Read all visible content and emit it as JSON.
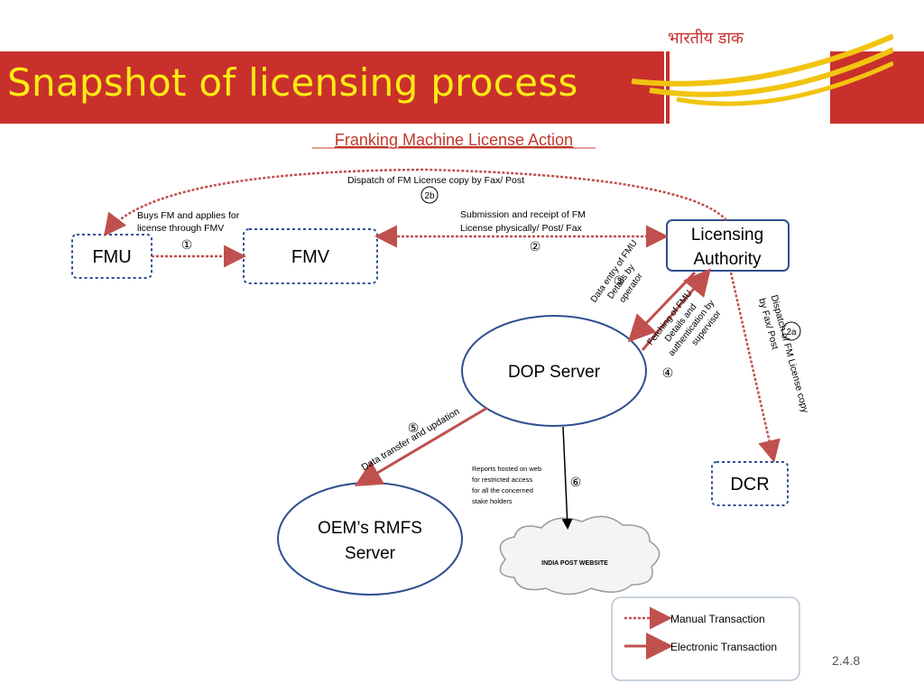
{
  "slide": {
    "title": "Snapshot of licensing process",
    "logo_text": "भारतीय डाक",
    "page_number": "2.4.8"
  },
  "diagram": {
    "heading": "Franking Machine License Action",
    "nodes": {
      "fmu": "FMU",
      "fmv": "FMV",
      "licensing_authority_line1": "Licensing",
      "licensing_authority_line2": "Authority",
      "dop_server": "DOP Server",
      "oem_line1": "OEM’s RMFS",
      "oem_line2": "Server",
      "dcr": "DCR",
      "india_post_website": "INDIA POST WEBSITE"
    },
    "edges": {
      "step1_line1": "Buys FM and applies for",
      "step1_line2": "license through FMV",
      "step1_num": "①",
      "step2_line1": "Submission and receipt of  FM",
      "step2_line2": "License physically/ Post/ Fax",
      "step2_num": "②",
      "step2b_label": "Dispatch of FM License copy by Fax/ Post",
      "step2b_num": "2b",
      "step3_line1": "Data entry of FMU",
      "step3_line2": "Details by",
      "step3_line3": "operator",
      "step3_num": "③",
      "step4_line1": "Fetching of FMU",
      "step4_line2": "Details and",
      "step4_line3": "authentication  by",
      "step4_line4": "supervisor",
      "step4_num": "④",
      "step2a_line1": "Dispatch of FM License copy",
      "step2a_line2": "by Fax/ Post",
      "step2a_num": "2a",
      "step5_label": "Data  transfer and updation",
      "step5_num": "⑤",
      "step6_line1": "Reports hosted on web",
      "step6_line2": "for restricted access",
      "step6_line3": "for all the concerned",
      "step6_line4": "stake holders",
      "step6_num": "⑥"
    },
    "legend": {
      "manual": "Manual Transaction",
      "electronic": "Electronic Transaction"
    },
    "colors": {
      "manual_arrow": "#c0504d",
      "electronic_arrow": "#c0504d",
      "node_border": "#2f4f8f",
      "heading": "#c0392b"
    }
  }
}
